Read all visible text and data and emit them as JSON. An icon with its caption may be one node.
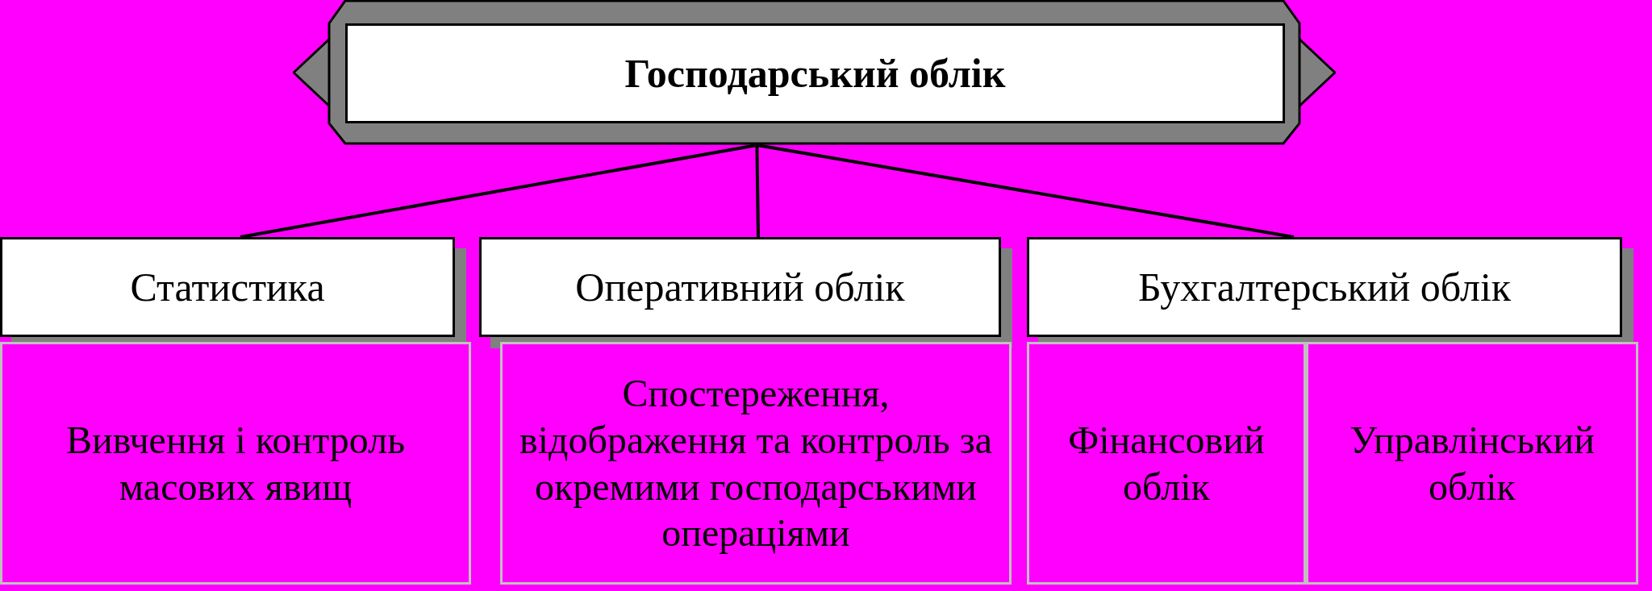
{
  "diagram": {
    "nodes": [
      {
        "text": [
          "Господарський облік"
        ]
      },
      {
        "text": [
          "Статистика"
        ]
      },
      {
        "text": [
          "Оперативний облік"
        ]
      },
      {
        "text": [
          "Бухгалтерський облік"
        ]
      },
      {
        "text": [
          "Вивчення і контроль масових явищ"
        ]
      },
      {
        "text": [
          "Спостереження, відображення та контроль за окремими господарськими операціями"
        ]
      },
      {
        "text": [
          "Фінансовий облік"
        ]
      },
      {
        "text": [
          "Управлінський облік"
        ]
      }
    ],
    "edges": [
      {
        "from": 0,
        "to": 1,
        "arrow": "none"
      },
      {
        "from": 0,
        "to": 2,
        "arrow": "none"
      },
      {
        "from": 0,
        "to": 3,
        "arrow": "none"
      }
    ]
  }
}
